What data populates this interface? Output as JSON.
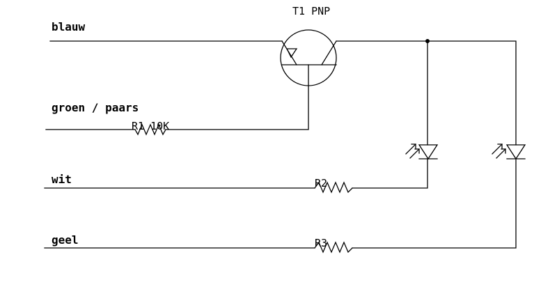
{
  "nets": {
    "blauw": "blauw",
    "groen_paars": "groen / paars",
    "wit": "wit",
    "geel": "geel"
  },
  "components": {
    "t1": "T1 PNP",
    "r1": "R1 10K",
    "r2": "R2",
    "r3": "R3"
  },
  "colors": {
    "ink": "#000000",
    "background": "#ffffff"
  }
}
